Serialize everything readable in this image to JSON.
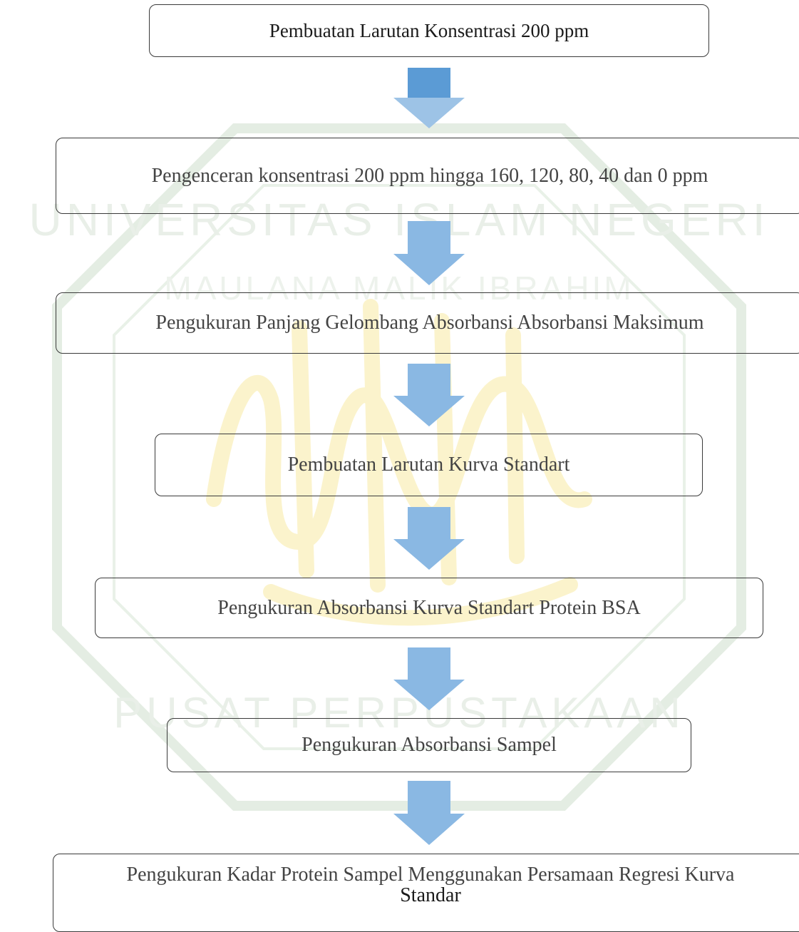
{
  "steps": [
    {
      "label": "Pembuatan Larutan Konsentrasi 200 ppm"
    },
    {
      "label": "Pengenceran konsentrasi 200 ppm hingga 160, 120, 80, 40 dan 0 ppm"
    },
    {
      "label": "Pengukuran Panjang Gelombang Absorbansi Absorbansi Maksimum"
    },
    {
      "label": "Pembuatan Larutan Kurva Standart"
    },
    {
      "label": "Pengukuran Absorbansi Kurva Standart Protein BSA"
    },
    {
      "label": "Pengukuran Absorbansi Sampel"
    },
    {
      "label_line1": "Pengukuran Kadar Protein Sampel Menggunakan Persamaan Regresi Kurva",
      "label_line2": "Standar"
    }
  ],
  "watermark": {
    "outer_text_top": "UNIVERSITAS ISLAM NEGERI",
    "inner_text_top": "MAULANA MALIK IBRAHIM",
    "bottom_text": "PUSAT PERPUSTAKAAN"
  },
  "colors": {
    "arrow_dark": "#5b9bd5",
    "arrow_light": "#9dc3e6",
    "border": "#3a3a3a",
    "watermark_green": "#e4ede3",
    "watermark_gold": "#fbf3cc"
  }
}
